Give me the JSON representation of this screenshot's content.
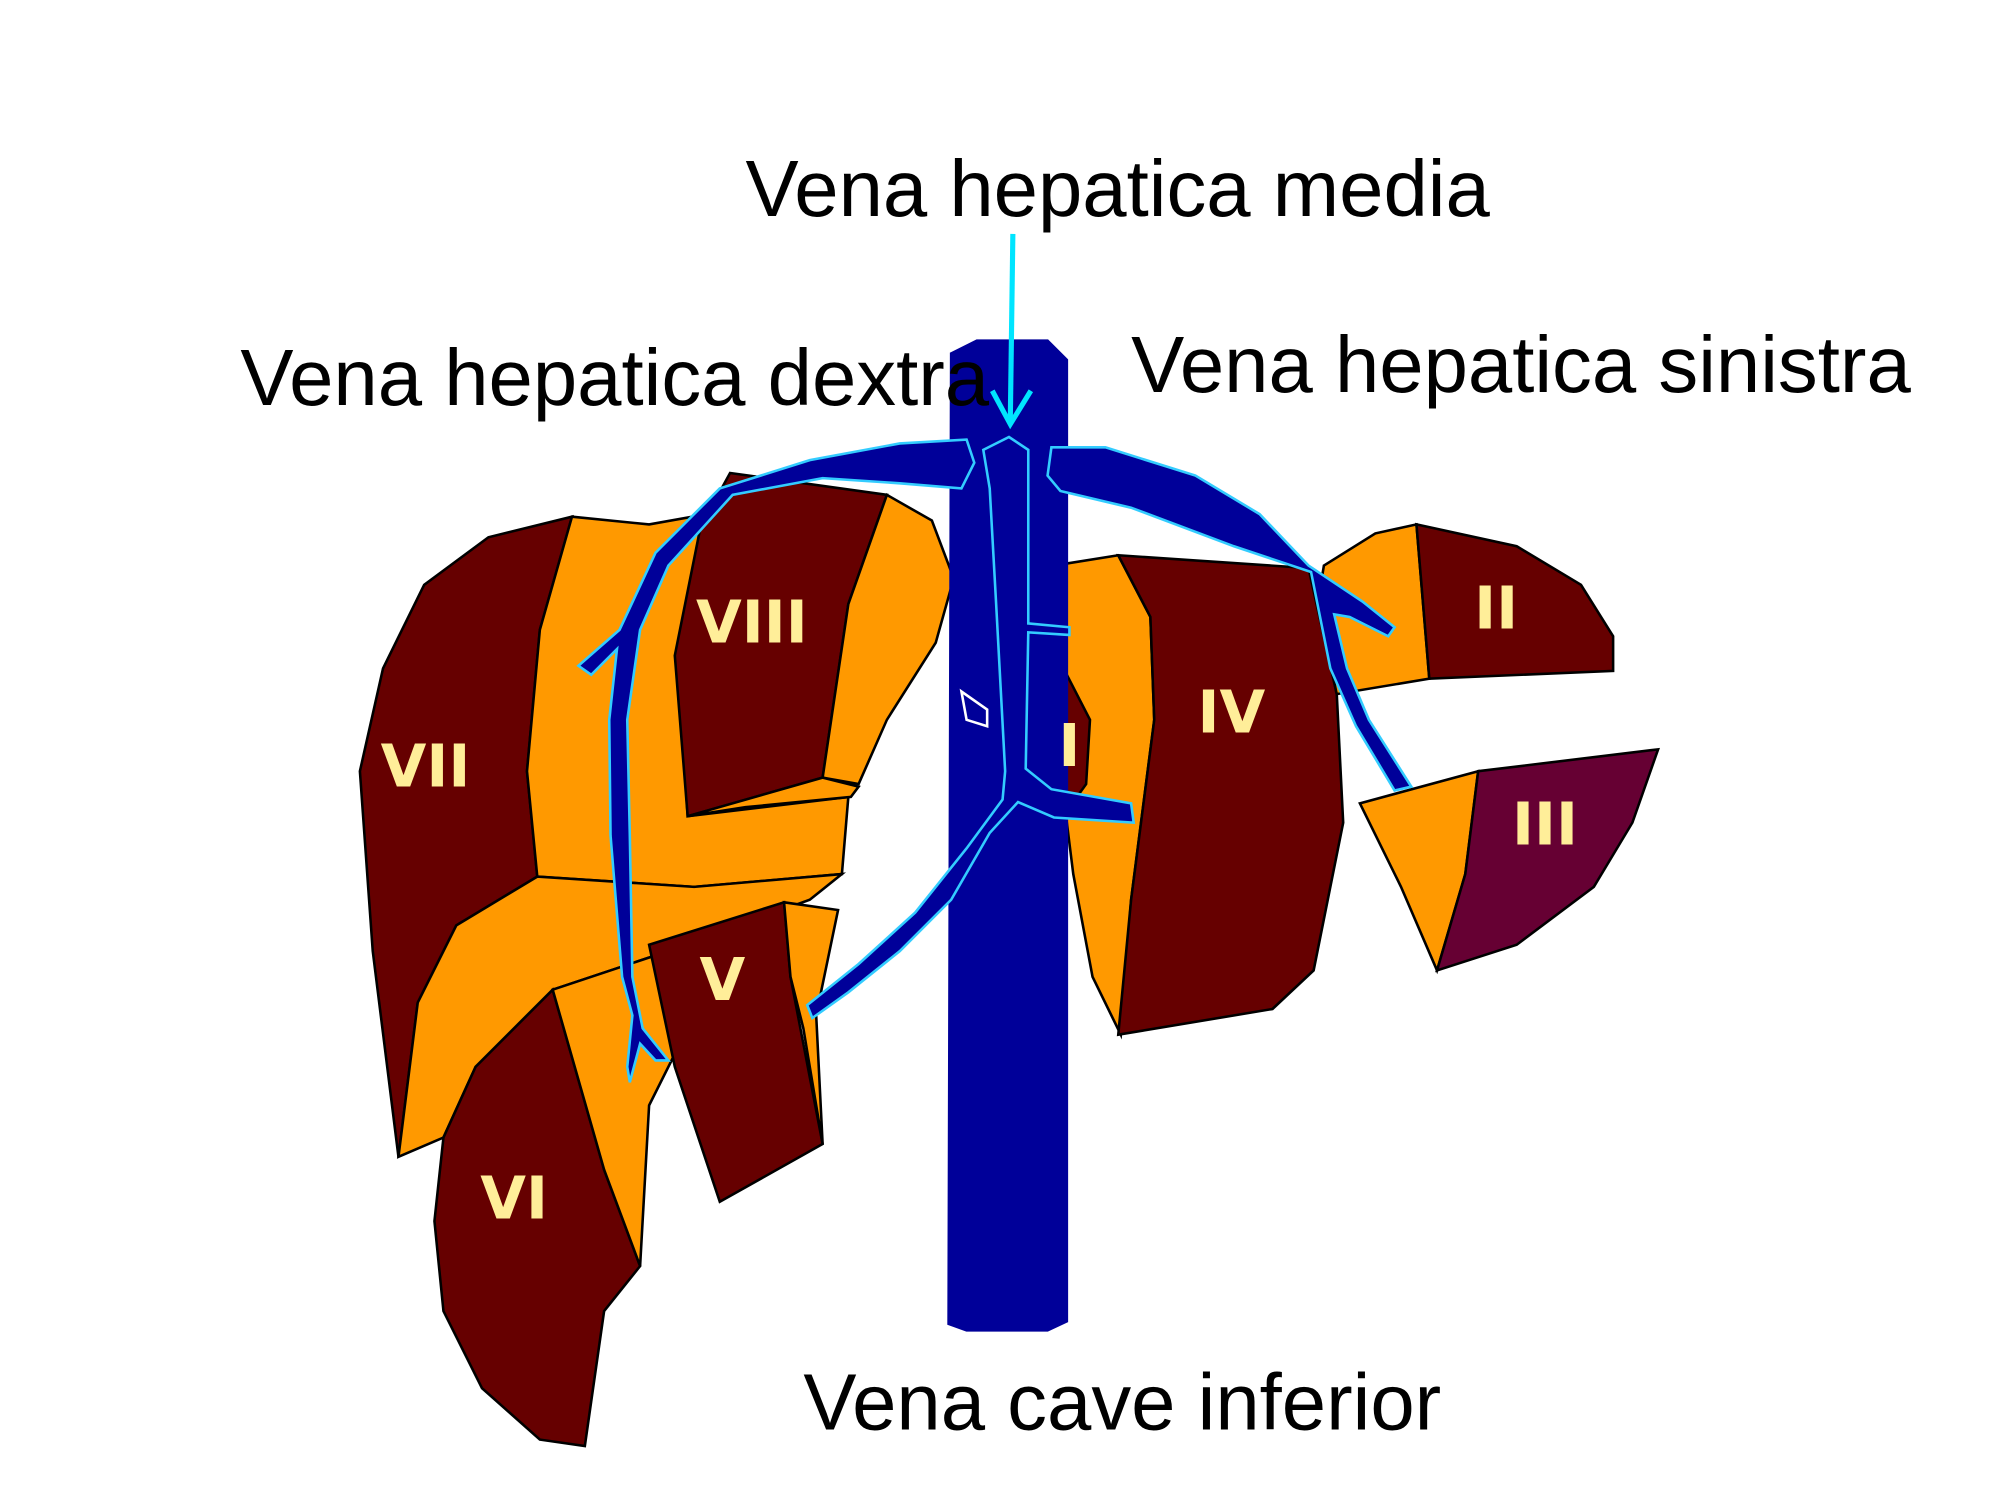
{
  "labels": {
    "vena_hepatica_media": "Vena hepatica media",
    "vena_hepatica_dextra": "Vena hepatica dextra",
    "vena_hepatica_sinistra": "Vena hepatica sinistra",
    "vena_cava_inferior": "Vena cave inferior"
  },
  "segments": {
    "I": "I",
    "II": "II",
    "III": "III",
    "IV": "IV",
    "V": "V",
    "VI": "VI",
    "VII": "VII",
    "VIII": "VIII"
  },
  "colors": {
    "segment_dark": "#660000",
    "segment_light": "#ff9900",
    "segment_III": "#660033",
    "vein": "#000099",
    "vein_outline": "#33ccff",
    "arrow": "#00e5ff",
    "segment_label": "#ffee99",
    "text": "#000000"
  }
}
